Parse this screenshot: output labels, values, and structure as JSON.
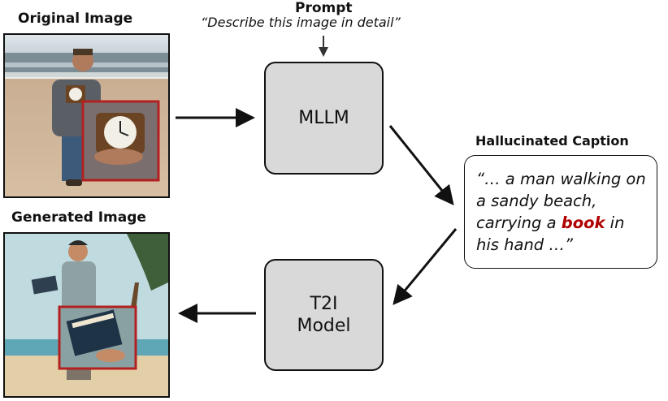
{
  "labels": {
    "original_image": "Original Image",
    "generated_image": "Generated Image",
    "prompt_title": "Prompt",
    "prompt_text": "“Describe this image in detail”",
    "hallucinated_caption": "Hallucinated Caption"
  },
  "boxes": {
    "mllm": "MLLM",
    "t2i": "T2I\nModel"
  },
  "caption": {
    "before": "“… a man walking on a sandy beach, carrying a ",
    "highlight": "book",
    "after": " in his hand …”"
  },
  "colors": {
    "highlight": "#b00000",
    "highlight_box": "#b32020",
    "box_fill": "#d9d9d9"
  }
}
